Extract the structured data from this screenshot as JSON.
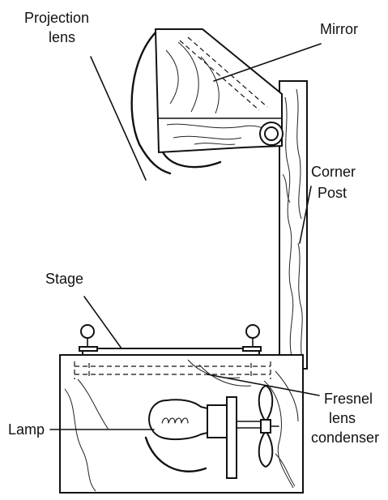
{
  "labels": {
    "projection_lens": [
      "Projection",
      "lens"
    ],
    "mirror": "Mirror",
    "corner_post": [
      "Corner",
      "Post"
    ],
    "stage": "Stage",
    "lamp": "Lamp",
    "fresnel": [
      "Fresnel",
      "lens",
      "condenser"
    ]
  }
}
